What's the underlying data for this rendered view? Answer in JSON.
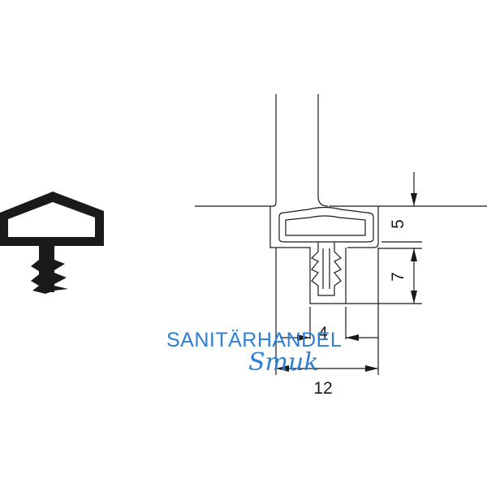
{
  "diagram": {
    "dimensions": {
      "height_top": "5",
      "height_leg": "7",
      "width_leg": "4",
      "width_total": "12"
    },
    "watermark": {
      "line1": "SANITÄRHANDEL",
      "line2": "Smuk"
    },
    "colors": {
      "line": "#1a1a1a",
      "watermark": "#2f7fd3",
      "background": "#ffffff"
    }
  }
}
